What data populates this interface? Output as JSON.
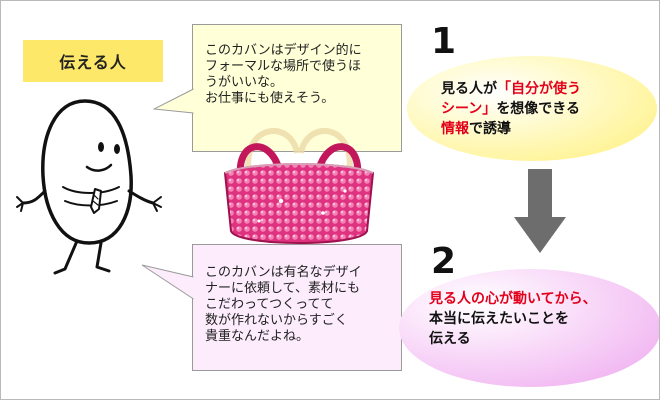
{
  "speaker_label": "伝える人",
  "bubble_top": {
    "lines": [
      "このカバンはデザイン的に",
      "フォーマルな場所で使うほ",
      "うがいいな。",
      "お仕事にも使えそう。"
    ]
  },
  "bubble_bottom": {
    "lines": [
      "このカバンは有名なデザイ",
      "ナーに依頼して、素材にも",
      "こだわってつくってて",
      "数が作れないからすごく",
      "貴重なんだよね。"
    ]
  },
  "step1": {
    "number": "1",
    "text_a": "見る人が",
    "text_red_1": "「自分が使う",
    "text_red_2": "シーン」",
    "text_b": "を想像できる",
    "text_red_3": "情報",
    "text_c": "で誘導"
  },
  "step2": {
    "number": "2",
    "text_red_1": "見る人の心が動いてから、",
    "text_b": "本当に伝えたいことを",
    "text_c": "伝える"
  },
  "colors": {
    "label_bg": "#fde86a",
    "bubble_top_bg": "#ffffd8",
    "bubble_bottom_bg": "#fcecfc",
    "highlight_red": "#e3001b",
    "arrow_gray": "#6d6d6d",
    "bag_pink": "#e84a8e"
  },
  "icons": {
    "person": "egg-person-illustration",
    "bag": "pink-sequin-handbag",
    "arrow": "down-arrow-icon"
  }
}
